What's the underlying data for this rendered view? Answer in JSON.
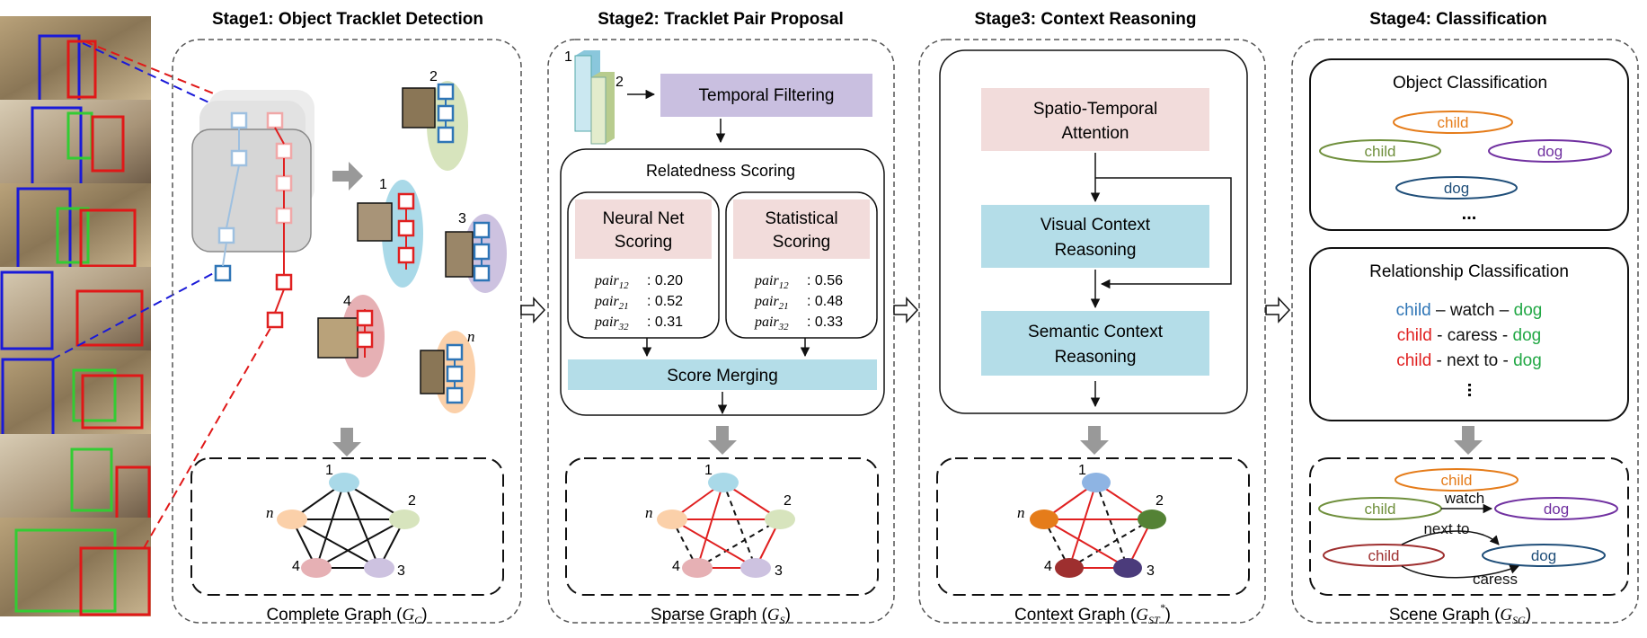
{
  "stages": [
    {
      "title": "Stage1: Object Tracklet Detection",
      "graph_caption": "Complete Graph",
      "graph_symbol": "C",
      "sup": ""
    },
    {
      "title": "Stage2: Tracklet Pair Proposal",
      "graph_caption": "Sparse Graph",
      "graph_symbol": "S",
      "sup": ""
    },
    {
      "title": "Stage3: Context Reasoning",
      "graph_caption": "Context Graph",
      "graph_symbol": "ST",
      "sup": "*"
    },
    {
      "title": "Stage4: Classification",
      "graph_caption": "Scene Graph",
      "graph_symbol": "SG",
      "sup": ""
    }
  ],
  "graph_letter": "G",
  "stage1": {
    "tracklet_ids": [
      "2",
      "1",
      "3",
      "4",
      "n"
    ]
  },
  "stage2": {
    "stack_labels": [
      "1",
      "2"
    ],
    "temporal_filtering": "Temporal Filtering",
    "relatedness_scoring": "Relatedness Scoring",
    "neural_net": {
      "line1": "Neural Net",
      "line2": "Scoring"
    },
    "statistical": {
      "line1": "Statistical",
      "line2": "Scoring"
    },
    "pair_base": "pair",
    "pair_subs": [
      "12",
      "21",
      "32"
    ],
    "neural_scores": [
      ": 0.20",
      ": 0.52",
      ": 0.31"
    ],
    "statistical_scores": [
      ": 0.56",
      ": 0.48",
      ": 0.33"
    ],
    "score_merging": "Score Merging"
  },
  "stage3": {
    "spatio": {
      "line1": "Spatio-Temporal",
      "line2": "Attention"
    },
    "visual": {
      "line1": "Visual Context",
      "line2": "Reasoning"
    },
    "semantic": {
      "line1": "Semantic Context",
      "line2": "Reasoning"
    }
  },
  "stage4": {
    "object_title": "Object Classification",
    "objects": [
      "child",
      "child",
      "dog",
      "dog"
    ],
    "relationship_title": "Relationship Classification",
    "relationships": [
      {
        "subject": "child",
        "sep1": " – watch – ",
        "object": "dog",
        "subject_color": "#2e75b6"
      },
      {
        "subject": "child",
        "sep1": " - caress - ",
        "object": "dog",
        "subject_color": "#e02020"
      },
      {
        "subject": "child",
        "sep1": " - next to - ",
        "object": "dog",
        "subject_color": "#e02020"
      }
    ],
    "object_color": "#22a845",
    "ellipsis": "...",
    "scene_nodes": [
      "child",
      "child",
      "dog",
      "child",
      "dog"
    ],
    "scene_edges": [
      "watch",
      "next to",
      "caress"
    ]
  },
  "graph_node_labels": [
    "1",
    "2",
    "3",
    "4",
    "n"
  ],
  "colors": {
    "node_fills_light": [
      "#a9d9e8",
      "#d7e4bd",
      "#cdc2e0",
      "#e6b0b4",
      "#fbd0a9"
    ],
    "node_fills_dark": [
      "#8eb4e3",
      "#548235",
      "#4b3b7b",
      "#9e2f2f",
      "#e57c1a"
    ],
    "pink_box": "#f2dcdb",
    "blue_box": "#b4dde8",
    "lavender_box": "#c9bfe0",
    "red_edge": "#e02020",
    "bbox_blue": "#1a1ad8",
    "bbox_red": "#e01818",
    "bbox_green": "#33cc33"
  },
  "icons": [
    "hollow-arrow-icon",
    "gray-down-arrow-icon",
    "gray-right-arrow-icon",
    "ellipsis-icon"
  ]
}
